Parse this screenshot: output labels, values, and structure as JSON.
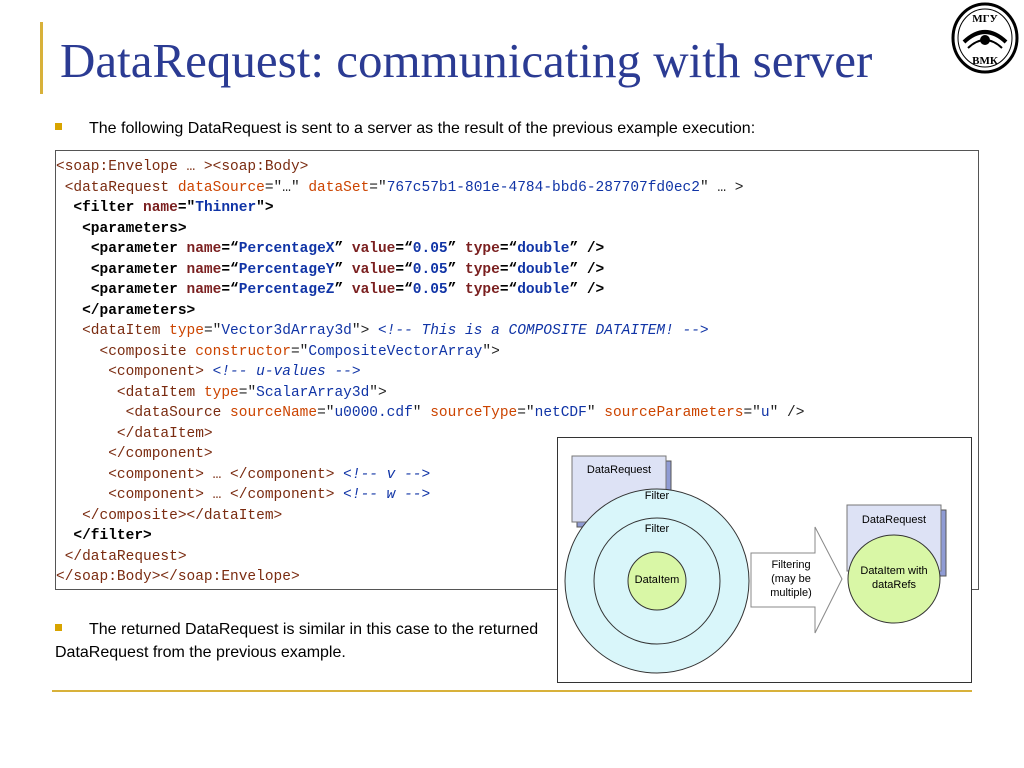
{
  "title": "DataRequest: communicating with server",
  "intro_text": "The following DataRequest is sent to a server as the result of the previous example execution:",
  "logo": {
    "icon": "university-seal-icon",
    "top_text": "МГУ",
    "bottom_text": "ВМК"
  },
  "code": {
    "l1a": "<soap:Envelope … ><soap:Body>",
    "l2a": "<dataRequest ",
    "l2b": "dataSource",
    "l2c": "=\"…\" ",
    "l2d": "dataSet",
    "l2e": "=\"",
    "l2f": "767c57b1-801e-4784-bbd6-287707fd0ec2",
    "l2g": "\" … >",
    "l3a": "<filter ",
    "l3b": "name",
    "l3c": "=\"",
    "l3d": "Thinner",
    "l3e": "\">",
    "l4a": "<parameters>",
    "p_open": "<parameter ",
    "p_name": "name",
    "p_eq_open": "=“",
    "p_close_q": "” ",
    "p_value": "value",
    "p_type": "type",
    "p_double": "double",
    "p_end": "” />",
    "px": "PercentageX",
    "py": "PercentageY",
    "pz": "PercentageZ",
    "p_val": "0.05",
    "l8a": "</parameters>",
    "l9a": "<dataItem ",
    "l9b": "type",
    "l9c": "=\"",
    "l9d": "Vector3dArray3d",
    "l9e": "\"> ",
    "l9f": "<!-- This is a COMPOSITE DATAITEM! -->",
    "l10a": "<composite ",
    "l10b": "constructor",
    "l10c": "=\"",
    "l10d": "CompositeVectorArray",
    "l10e": "\">",
    "l11a": "<component> ",
    "l11b": "<!-- u-values -->",
    "l12a": "<dataItem ",
    "l12b": "type",
    "l12c": "=\"",
    "l12d": "ScalarArray3d",
    "l12e": "\">",
    "l13a": "<dataSource ",
    "l13b": "sourceName",
    "l13c": "=\"",
    "l13d": "u0000.cdf",
    "l13e": "\" ",
    "l13f": "sourceType",
    "l13g": "=\"",
    "l13h": "netCDF",
    "l13i": "\" ",
    "l13j": "sourceParameters",
    "l13k": "=\"",
    "l13l": "u",
    "l13m": "\" />",
    "l14a": "</dataItem>",
    "l15a": "</component>",
    "l16a": "<component> … </component> ",
    "l16b": "<!-- v -->",
    "l17a": "<component> … </component> ",
    "l17b": "<!-- w -->",
    "l18a": "</composite></dataItem>",
    "l19a": "</filter>",
    "l20a": "</dataRequest>",
    "l21a": "</soap:Body></soap:Envelope>"
  },
  "diagram": {
    "datarequest_left": "DataRequest",
    "filter_outer": "Filter",
    "filter_inner": "Filter",
    "dataitem": "DataItem",
    "arrow_label": "Filtering (may be multiple)",
    "datarequest_right": "DataRequest",
    "dataitem_refs": "DataItem with dataRefs"
  },
  "returned_text": "The returned DataRequest is similar in this case to the returned DataRequest from the previous example."
}
